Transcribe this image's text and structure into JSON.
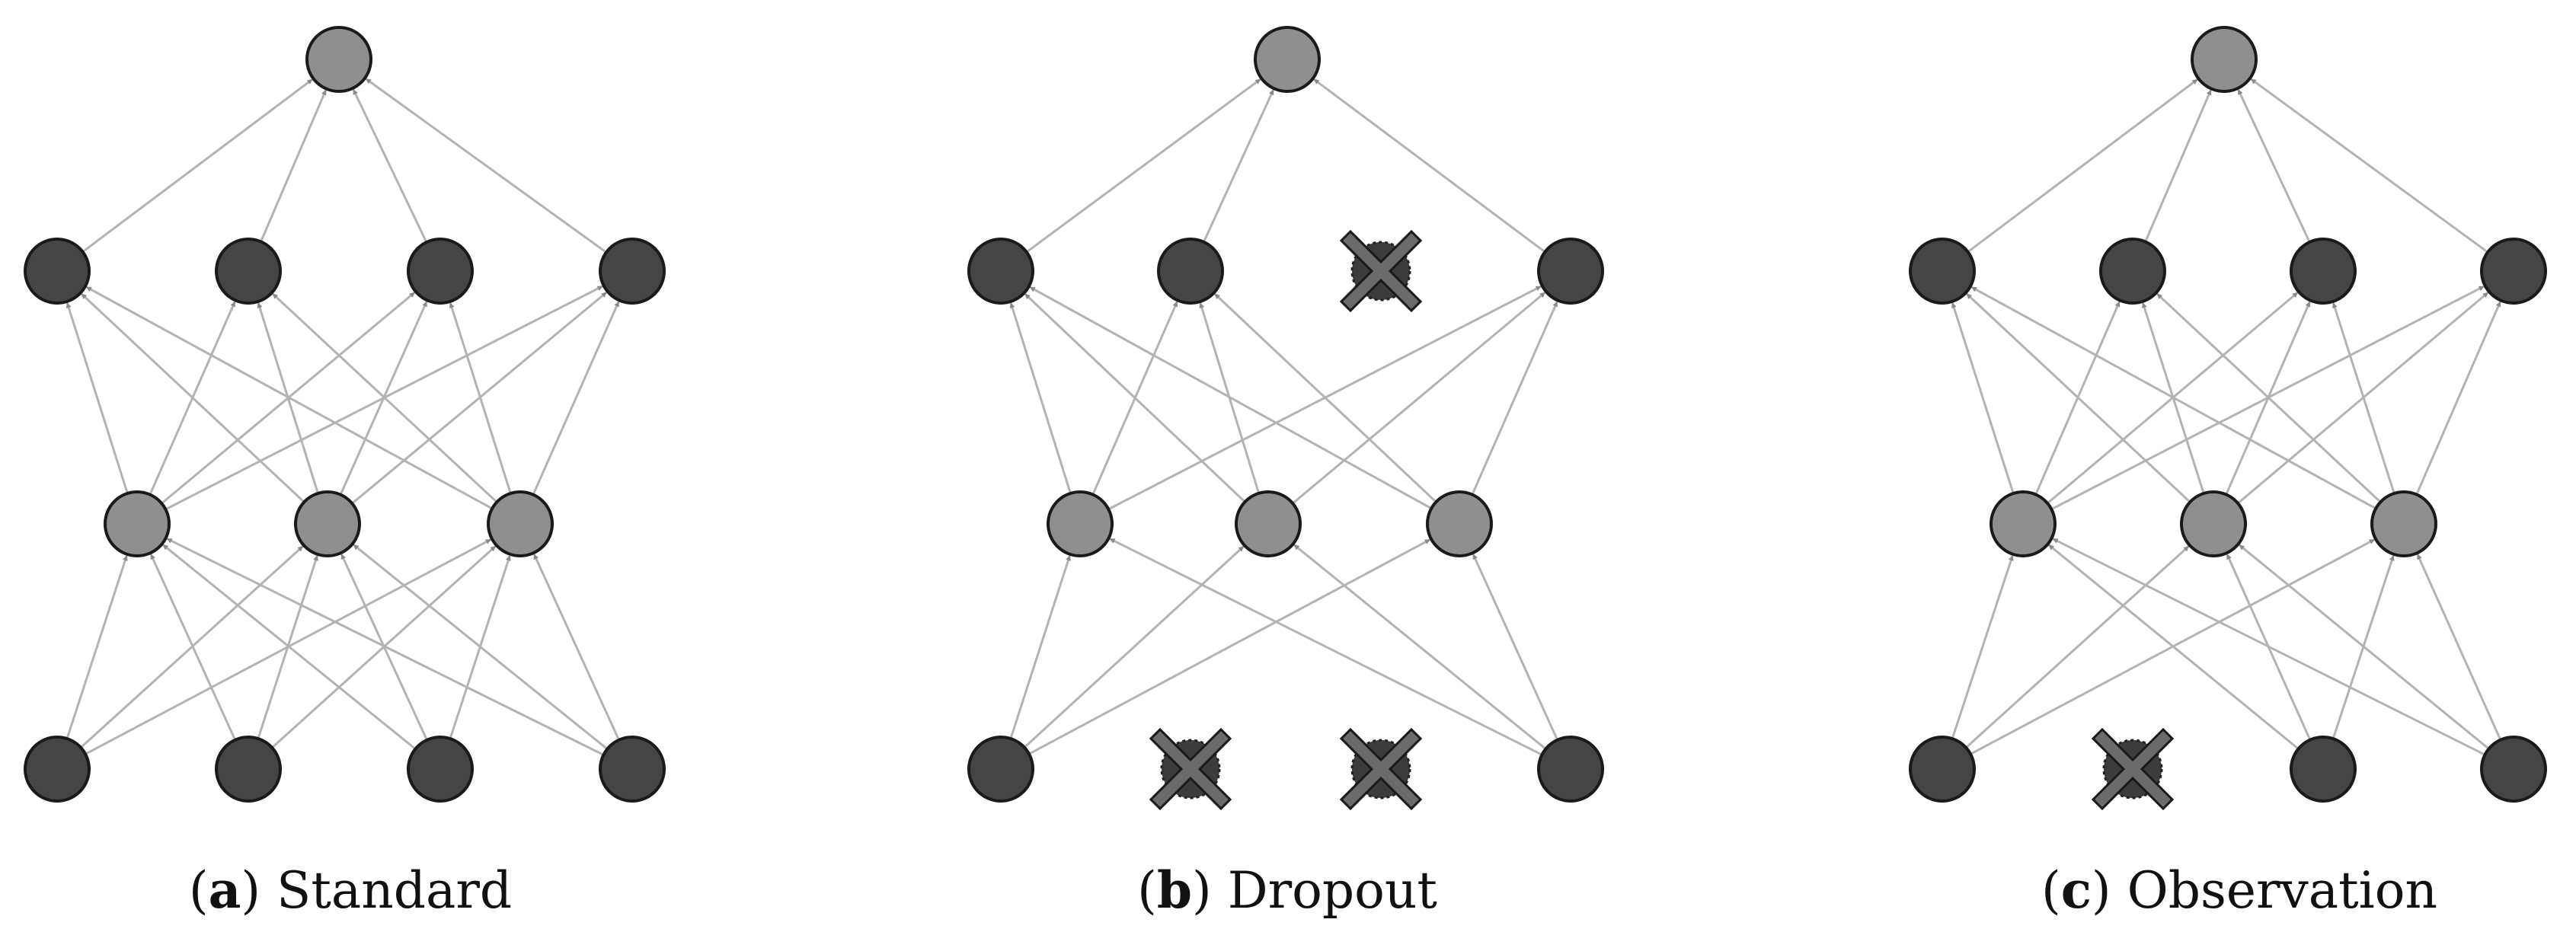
{
  "panels": [
    {
      "id": "a",
      "caption_letter": "a",
      "caption_text": "Standard",
      "dropped_nodes": [],
      "edges": "full"
    },
    {
      "id": "b",
      "caption_letter": "b",
      "caption_text": "Dropout",
      "dropped_nodes": [
        "h2_2",
        "in_1",
        "in_2"
      ],
      "edges": "partial"
    },
    {
      "id": "c",
      "caption_letter": "c",
      "caption_text": "Observation",
      "dropped_nodes": [
        "in_1"
      ],
      "edges": "full-minus-dropped"
    }
  ],
  "layers": {
    "output": 1,
    "hidden2": 4,
    "hidden1": 3,
    "input": 4
  },
  "colors": {
    "dark_node": "#454545",
    "light_node": "#8f8f8f",
    "edge": "#b3b3b3",
    "arrowhead": "#8a8a8a",
    "dropped_fill": "#3c3c3c",
    "cross": "#6b6b6b"
  }
}
